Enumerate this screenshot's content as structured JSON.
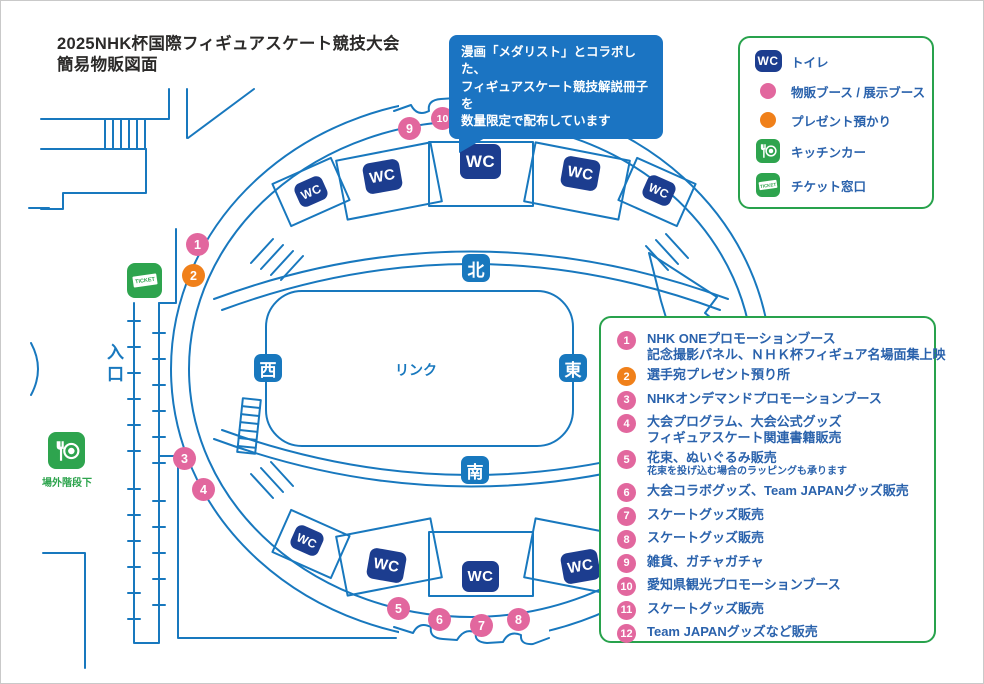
{
  "title": {
    "line1": "2025NHK杯国際フィギュアスケート競技大会",
    "line2": "簡易物販図面"
  },
  "callout": {
    "lines": [
      "漫画「メダリスト」とコラボした、",
      "フィギュアスケート競技解説冊子を",
      "数量限定で配布しています"
    ]
  },
  "legend": {
    "items": [
      {
        "icon": "wc-badge",
        "label": "トイレ"
      },
      {
        "icon": "pink-dot",
        "label": "物販ブース / 展示ブース"
      },
      {
        "icon": "orange-dot",
        "label": "プレゼント預かり"
      },
      {
        "icon": "kitchen-car",
        "label": "キッチンカー"
      },
      {
        "icon": "ticket-window",
        "label": "チケット窓口"
      }
    ]
  },
  "map": {
    "wc_label": "WC",
    "rink_label": "リンク",
    "directions": {
      "north": "北",
      "south": "南",
      "east": "東",
      "west": "西"
    },
    "entrance_label": "入口",
    "outside_stairs_label": "場外階段下",
    "ticket_icon_text": "TICKET"
  },
  "booths": [
    {
      "number": "1",
      "type": "booth",
      "lines": [
        "NHK ONEプロモーションブース",
        "記念撮影パネル、ＮＨＫ杯フィギュア名場面集上映"
      ]
    },
    {
      "number": "2",
      "type": "gift",
      "lines": [
        "選手宛プレゼント預り所"
      ]
    },
    {
      "number": "3",
      "type": "booth",
      "lines": [
        "NHKオンデマンドプロモーションブース"
      ]
    },
    {
      "number": "4",
      "type": "booth",
      "lines": [
        "大会プログラム、大会公式グッズ",
        "フィギュアスケート関連書籍販売"
      ]
    },
    {
      "number": "5",
      "type": "booth",
      "lines": [
        "花束、ぬいぐるみ販売"
      ],
      "note": "花束を投げ込む場合のラッピングも承ります"
    },
    {
      "number": "6",
      "type": "booth",
      "lines": [
        "大会コラボグッズ、Team JAPANグッズ販売"
      ]
    },
    {
      "number": "7",
      "type": "booth",
      "lines": [
        "スケートグッズ販売"
      ]
    },
    {
      "number": "8",
      "type": "booth",
      "lines": [
        "スケートグッズ販売"
      ]
    },
    {
      "number": "9",
      "type": "booth",
      "lines": [
        "雑貨、ガチャガチャ"
      ]
    },
    {
      "number": "10",
      "type": "booth",
      "lines": [
        "愛知県観光プロモーションブース"
      ]
    },
    {
      "number": "11",
      "type": "booth",
      "lines": [
        "スケートグッズ販売"
      ]
    },
    {
      "number": "12",
      "type": "booth",
      "lines": [
        "Team JAPANグッズなど販売"
      ]
    }
  ],
  "colors": {
    "line_blue": "#1878be",
    "wc_navy": "#1c3d8f",
    "pink": "#e2679e",
    "orange": "#f0801a",
    "green": "#28a24c",
    "callout_blue": "#1b74c2",
    "text_blue": "#2a62ac"
  }
}
